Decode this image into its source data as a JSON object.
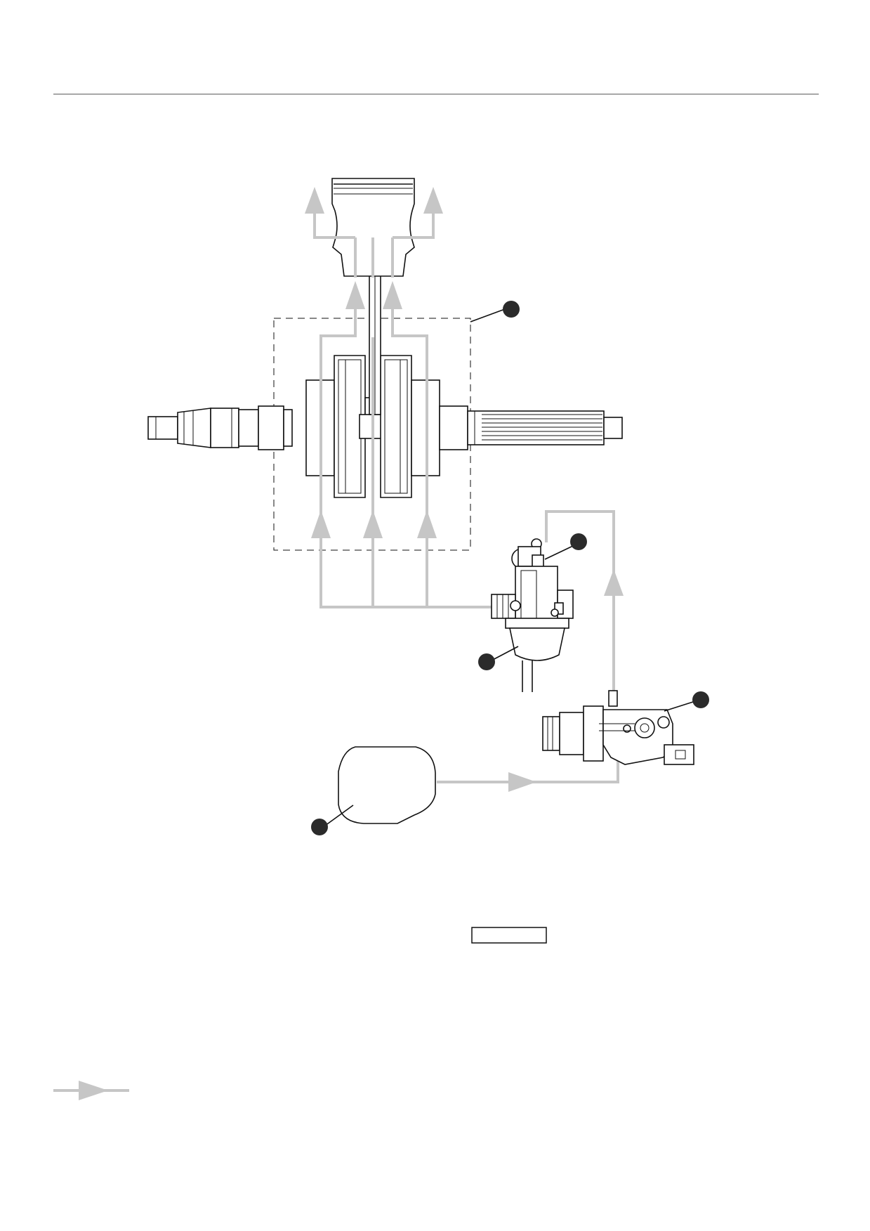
{
  "header": {
    "rule_color": "#8a8a8a"
  },
  "diagram": {
    "flow_color": "#c6c6c6",
    "callout_color": "#2b2b2b",
    "components": [
      {
        "id": "piston",
        "icon": "piston-icon"
      },
      {
        "id": "crankshaft",
        "icon": "crankshaft-icon"
      },
      {
        "id": "crankcase-chamber",
        "icon": "dashed-chamber-outline"
      },
      {
        "id": "carburetor",
        "icon": "carburetor-icon"
      },
      {
        "id": "oil-pump",
        "icon": "oil-pump-icon"
      },
      {
        "id": "oil-tank",
        "icon": "oil-tank-icon"
      }
    ],
    "callouts": [
      {
        "id": "callout-1",
        "target": "crankcase-chamber"
      },
      {
        "id": "callout-2",
        "target": "carburetor-top"
      },
      {
        "id": "callout-3",
        "target": "carburetor-float-bowl"
      },
      {
        "id": "callout-4",
        "target": "oil-pump"
      },
      {
        "id": "callout-5",
        "target": "oil-tank"
      }
    ]
  },
  "reference_box": {
    "text": ""
  },
  "legend": {
    "icon": "flow-arrow-icon",
    "label": ""
  }
}
